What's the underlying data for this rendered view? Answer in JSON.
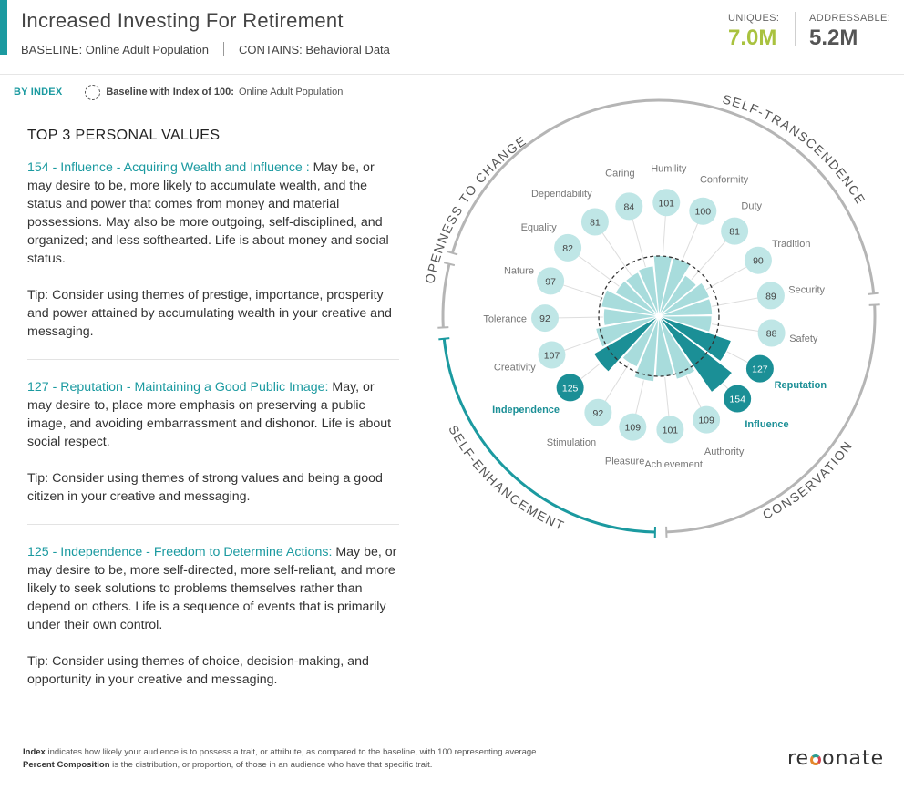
{
  "colors": {
    "accent": "#1b9aa0",
    "uniques": "#a9c23f",
    "light_petal": "#a8dcdc",
    "dark_petal": "#1b8f96",
    "light_bubble": "#bfe6e6",
    "ring": "#b5b5b5"
  },
  "header": {
    "title": "Increased Investing For Retirement",
    "baseline": "BASELINE: Online Adult Population",
    "contains": "CONTAINS: Behavioral Data",
    "uniques_label": "UNIQUES:",
    "uniques_value": "7.0M",
    "addressable_label": "ADDRESSABLE:",
    "addressable_value": "5.2M"
  },
  "legend": {
    "by_index": "BY INDEX",
    "baseline_label": "Baseline with Index of 100:",
    "baseline_value": "Online Adult Population"
  },
  "values_section": {
    "title": "TOP 3 PERSONAL VALUES",
    "items": [
      {
        "heading": "154 - Influence - Acquiring Wealth and Influence :",
        "body": " May be, or may desire to be, more likely to accumulate wealth, and the status and power that comes from money and material possessions. May also be more outgoing, self-disciplined, and organized; and less softhearted. Life is about money and social status.",
        "tip": "Tip: Consider using themes of prestige, importance, prosperity and power attained by accumulating wealth in your creative and messaging."
      },
      {
        "heading": "127 - Reputation - Maintaining a Good Public Image:",
        "body": " May, or may desire to, place more emphasis on preserving a public image, and avoiding embarrassment and dishonor. Life is about social respect.",
        "tip": "Tip: Consider using themes of strong values and being a good citizen in your creative and messaging."
      },
      {
        "heading": "125 - Independence - Freedom to Determine Actions:",
        "body": " May be, or may desire to be, more self-directed, more self-reliant, and more likely to seek solutions to problems themselves rather than depend on others. Life is a sequence of events that is primarily under their own control.",
        "tip": "Tip: Consider using themes of choice, decision-making, and opportunity in your creative and messaging."
      }
    ]
  },
  "wheel": {
    "groups": [
      "SELF-TRANSCENDENCE",
      "CONSERVATION",
      "SELF-ENHANCEMENT",
      "OPENNESS TO CHANGE"
    ],
    "values": [
      {
        "name": "Nature",
        "index": 97,
        "highlight": false
      },
      {
        "name": "Equality",
        "index": 82,
        "highlight": false
      },
      {
        "name": "Dependability",
        "index": 81,
        "highlight": false
      },
      {
        "name": "Caring",
        "index": 84,
        "highlight": false
      },
      {
        "name": "Humility",
        "index": 101,
        "highlight": false
      },
      {
        "name": "Conformity",
        "index": 100,
        "highlight": false
      },
      {
        "name": "Duty",
        "index": 81,
        "highlight": false
      },
      {
        "name": "Tradition",
        "index": 90,
        "highlight": false
      },
      {
        "name": "Security",
        "index": 89,
        "highlight": false
      },
      {
        "name": "Safety",
        "index": 88,
        "highlight": false
      },
      {
        "name": "Reputation",
        "index": 127,
        "highlight": true
      },
      {
        "name": "Influence",
        "index": 154,
        "highlight": true
      },
      {
        "name": "Authority",
        "index": 109,
        "highlight": false
      },
      {
        "name": "Achievement",
        "index": 101,
        "highlight": false
      },
      {
        "name": "Pleasure",
        "index": 109,
        "highlight": false
      },
      {
        "name": "Stimulation",
        "index": 92,
        "highlight": false
      },
      {
        "name": "Independence",
        "index": 125,
        "highlight": true
      },
      {
        "name": "Creativity",
        "index": 107,
        "highlight": false
      },
      {
        "name": "Tolerance",
        "index": 92,
        "highlight": false
      }
    ]
  },
  "footer": {
    "index_term": "Index",
    "index_text": " indicates how likely your audience is to possess a trait, or attribute, as compared to the baseline, with 100 representing average.",
    "percent_term": "Percent Composition",
    "percent_text": " is the distribution, or proportion, of those in an audience who have that specific trait."
  },
  "logo": {
    "left": "re",
    "right": "onate"
  }
}
